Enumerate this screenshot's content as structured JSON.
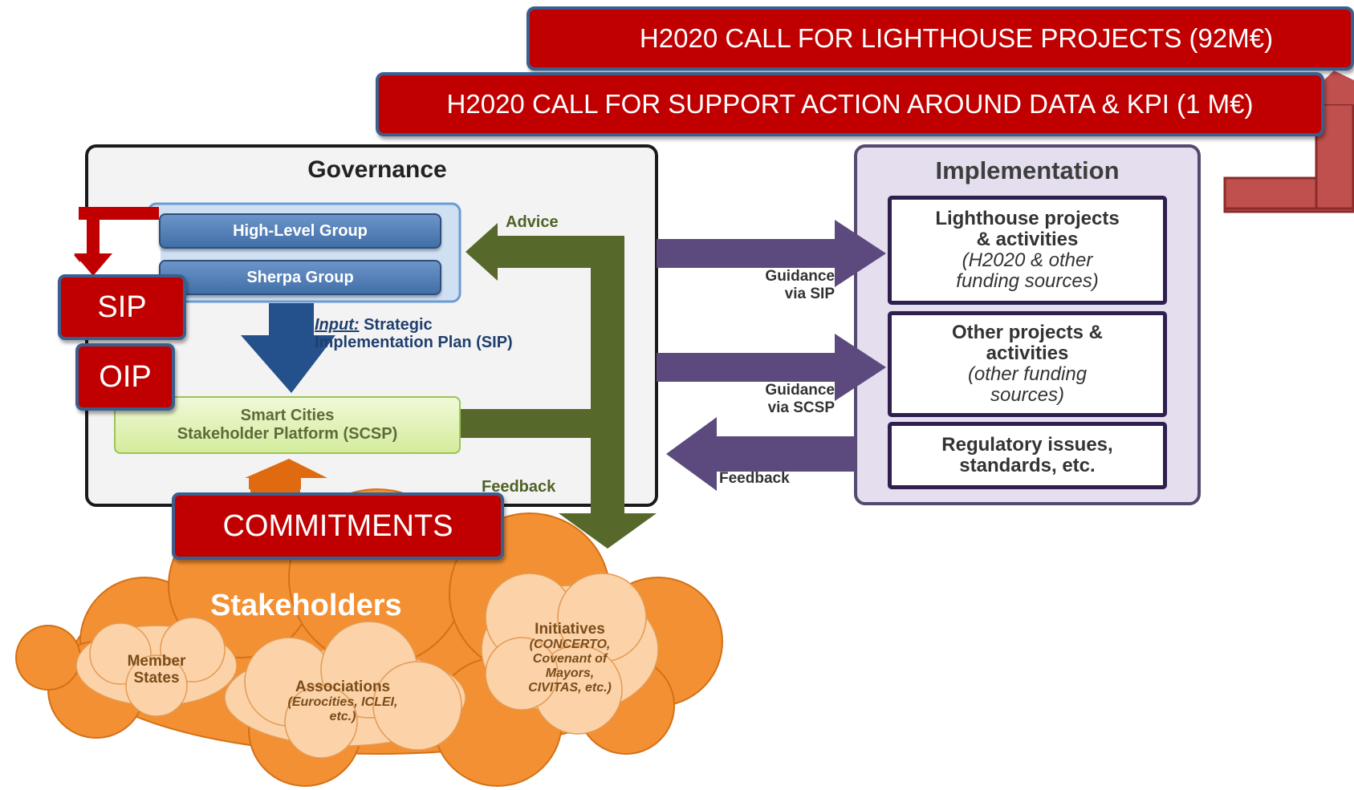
{
  "banners": {
    "lighthouse_call": "H2020 CALL FOR LIGHTHOUSE PROJECTS (92M€)",
    "support_call": "H2020 CALL FOR SUPPORT ACTION AROUND DATA & KPI (1 M€)"
  },
  "governance": {
    "title": "Governance",
    "high_level_group": "High-Level Group",
    "sherpa_group": "Sherpa Group",
    "input_prefix": "Input:",
    "input_text_line1": "Strategic",
    "input_text_line2": "Implementation Plan (SIP)",
    "scsp_line1": "Smart Cities",
    "scsp_line2": "Stakeholder Platform (SCSP)",
    "advice": "Advice",
    "feedback": "Feedback"
  },
  "overlays": {
    "sip": "SIP",
    "oip": "OIP",
    "commitments": "COMMITMENTS"
  },
  "arrows": {
    "guidance_sip_line1": "Guidance",
    "guidance_sip_line2": "via SIP",
    "guidance_scsp_line1": "Guidance",
    "guidance_scsp_line2": "via SCSP",
    "feedback": "Feedback"
  },
  "implementation": {
    "title": "Implementation",
    "lighthouse_line1": "Lighthouse projects",
    "lighthouse_line2": "& activities",
    "lighthouse_sub1": "(H2020 & other",
    "lighthouse_sub2": "funding sources)",
    "other_line1": "Other projects &",
    "other_line2": "activities",
    "other_sub1": "(other funding",
    "other_sub2": "sources)",
    "regulatory_line1": "Regulatory issues,",
    "regulatory_line2": "standards, etc."
  },
  "stakeholders": {
    "title": "Stakeholders",
    "member_states_line1": "Member",
    "member_states_line2": "States",
    "associations": "Associations",
    "associations_sub1": "(Eurocities, ICLEI,",
    "associations_sub2": "etc.)",
    "initiatives": "Initiatives",
    "initiatives_sub1": "(CONCERTO,",
    "initiatives_sub2": "Covenant of",
    "initiatives_sub3": "Mayors,",
    "initiatives_sub4": "CIVITAS, etc.)"
  },
  "colors": {
    "banner_red": "#c00000",
    "governance_blue": "#426fa8",
    "feedback_green": "#56692a",
    "implementation_purple": "#5c4a7e",
    "stakeholder_orange": "#f39033"
  }
}
